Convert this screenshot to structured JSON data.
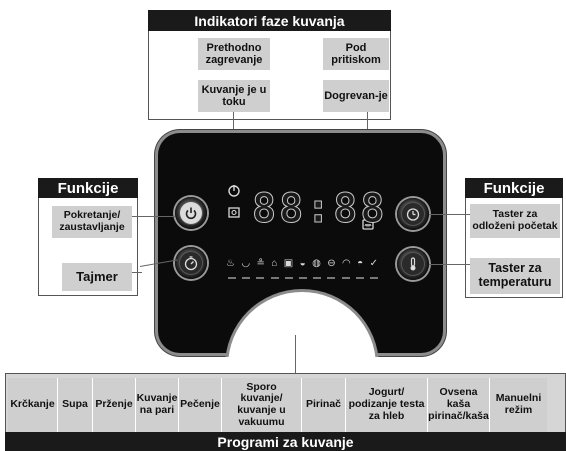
{
  "top": {
    "title": "Indikatori faze kuvanja",
    "indicators": [
      "Prethodno zagrevanje",
      "Pod pritiskom",
      "Kuvanje je u toku",
      "Dogrevan-je"
    ]
  },
  "left": {
    "title": "Funkcije",
    "start_stop": "Pokretanje/ zaustavljanje",
    "timer": "Tajmer"
  },
  "right": {
    "title": "Funkcije",
    "delay": "Taster za odloženi početak",
    "temperature": "Taster za temperaturu"
  },
  "display": {
    "digits": "88:88"
  },
  "programs": {
    "title": "Programi za kuvanje",
    "items": [
      "Krčkanje",
      "Supa",
      "Prženje",
      "Kuvanje na pari",
      "Pečenje",
      "Sporo kuvanje/ kuvanje u vakuumu",
      "Pirinač",
      "Jogurt/ podizanje testa za hleb",
      "Ovsena kaša pirinač/kaša",
      "Manuelni režim"
    ]
  }
}
